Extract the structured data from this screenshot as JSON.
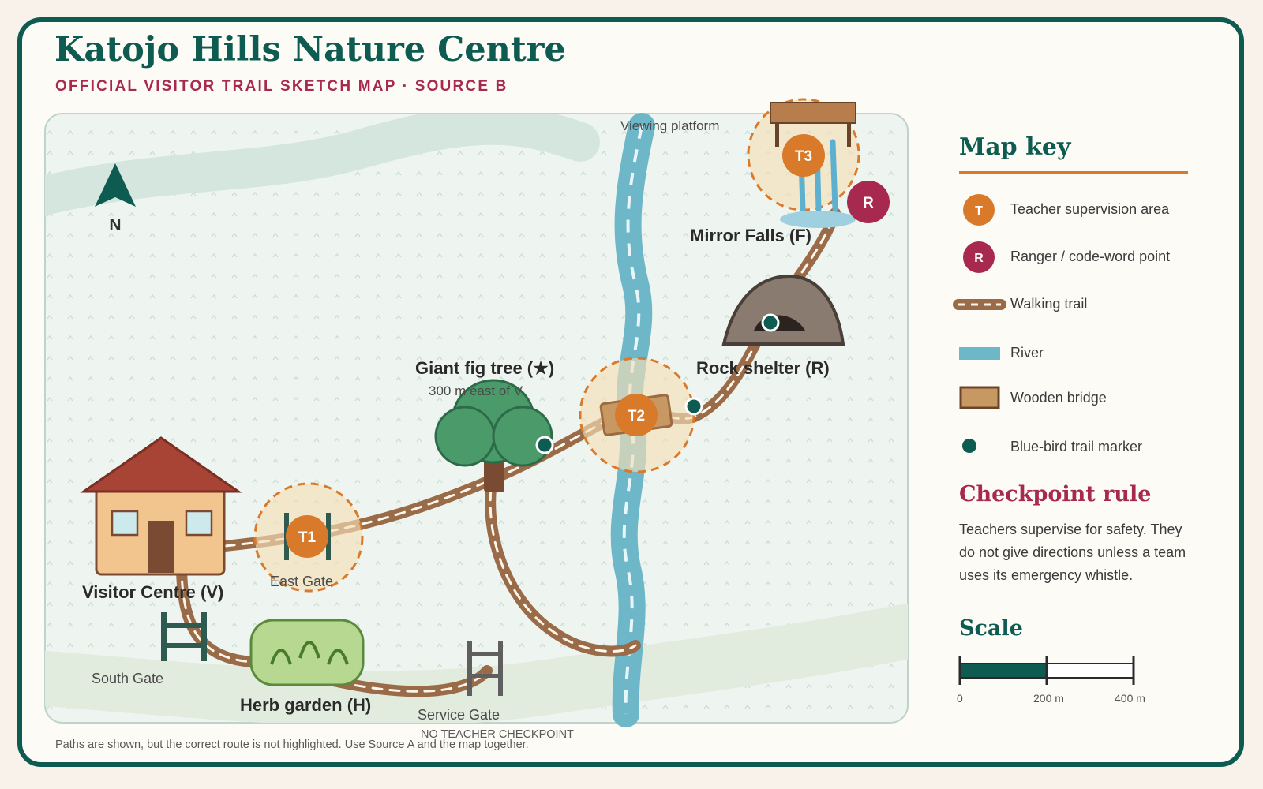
{
  "header": {
    "title": "Katojo Hills Nature Centre",
    "subtitle": "OFFICIAL VISITOR TRAIL SKETCH MAP · SOURCE B"
  },
  "map": {
    "north_label": "N",
    "places": {
      "visitor_centre": "Visitor Centre (V)",
      "east_gate": "East Gate",
      "south_gate": "South Gate",
      "herb_garden": "Herb garden (H)",
      "service_gate": "Service Gate",
      "service_gate_note": "NO TEACHER CHECKPOINT",
      "fig_tree": "Giant fig tree (★)",
      "fig_tree_note": "300 m east of V",
      "rock_shelter": "Rock shelter (R)",
      "mirror_falls": "Mirror Falls (F)",
      "viewing_platform": "Viewing platform"
    },
    "teacher_badges": [
      "T1",
      "T2",
      "T3"
    ],
    "ranger_badge": "R",
    "footnote": "Paths are shown, but the correct route is not highlighted. Use Source A and the map together."
  },
  "legend": {
    "title": "Map key",
    "items": [
      {
        "symbol": "T",
        "label": "Teacher supervision area"
      },
      {
        "symbol": "R",
        "label": "Ranger / code-word point"
      },
      {
        "symbol": "",
        "label": "Walking trail"
      },
      {
        "symbol": "",
        "label": "River"
      },
      {
        "symbol": "",
        "label": "Wooden bridge"
      },
      {
        "symbol": "",
        "label": "Blue-bird trail marker"
      }
    ]
  },
  "checkpoint_rule": {
    "title": "Checkpoint rule",
    "text": "Teachers supervise for safety. They do not give directions unless a team uses its emergency whistle."
  },
  "scale": {
    "title": "Scale",
    "labels": [
      "0",
      "200 m",
      "400 m"
    ]
  },
  "colors": {
    "brand_green": "#0d5b51",
    "teacher_orange": "#d97a2b",
    "ranger_red": "#a8294f",
    "trail_brown": "#9a6b48",
    "river_blue": "#6db7c9"
  }
}
